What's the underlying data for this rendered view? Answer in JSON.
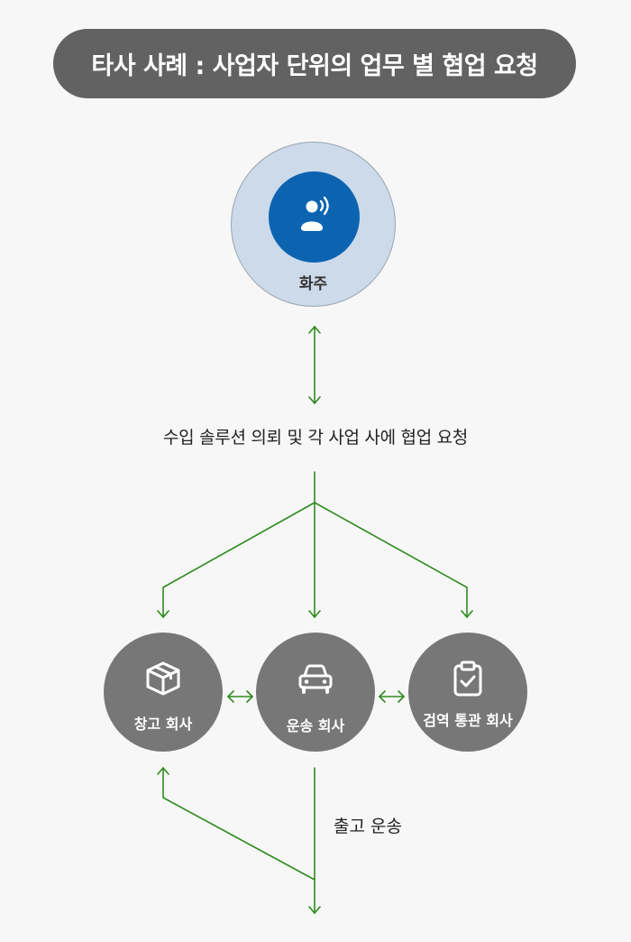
{
  "title": "타사 사례 : 사업자 단위의 업무 별 협업 요청",
  "shipper": {
    "label": "화주",
    "icon": "user-broadcast-icon"
  },
  "middle_text": "수입 솔루션 의뢰 및 각 사업 사에 협업 요청",
  "companies": [
    {
      "label": "창고 회사",
      "icon": "box-icon"
    },
    {
      "label": "운송 회사",
      "icon": "car-icon"
    },
    {
      "label": "검역 통관 회사",
      "icon": "clipboard-check-icon"
    }
  ],
  "shipping_text": "출고 운송",
  "colors": {
    "title_bg": "#626262",
    "shipper_ring": "#ccdaea",
    "shipper_core": "#0c64b1",
    "company_bg": "#777777",
    "arrow": "#2e8b1e"
  }
}
